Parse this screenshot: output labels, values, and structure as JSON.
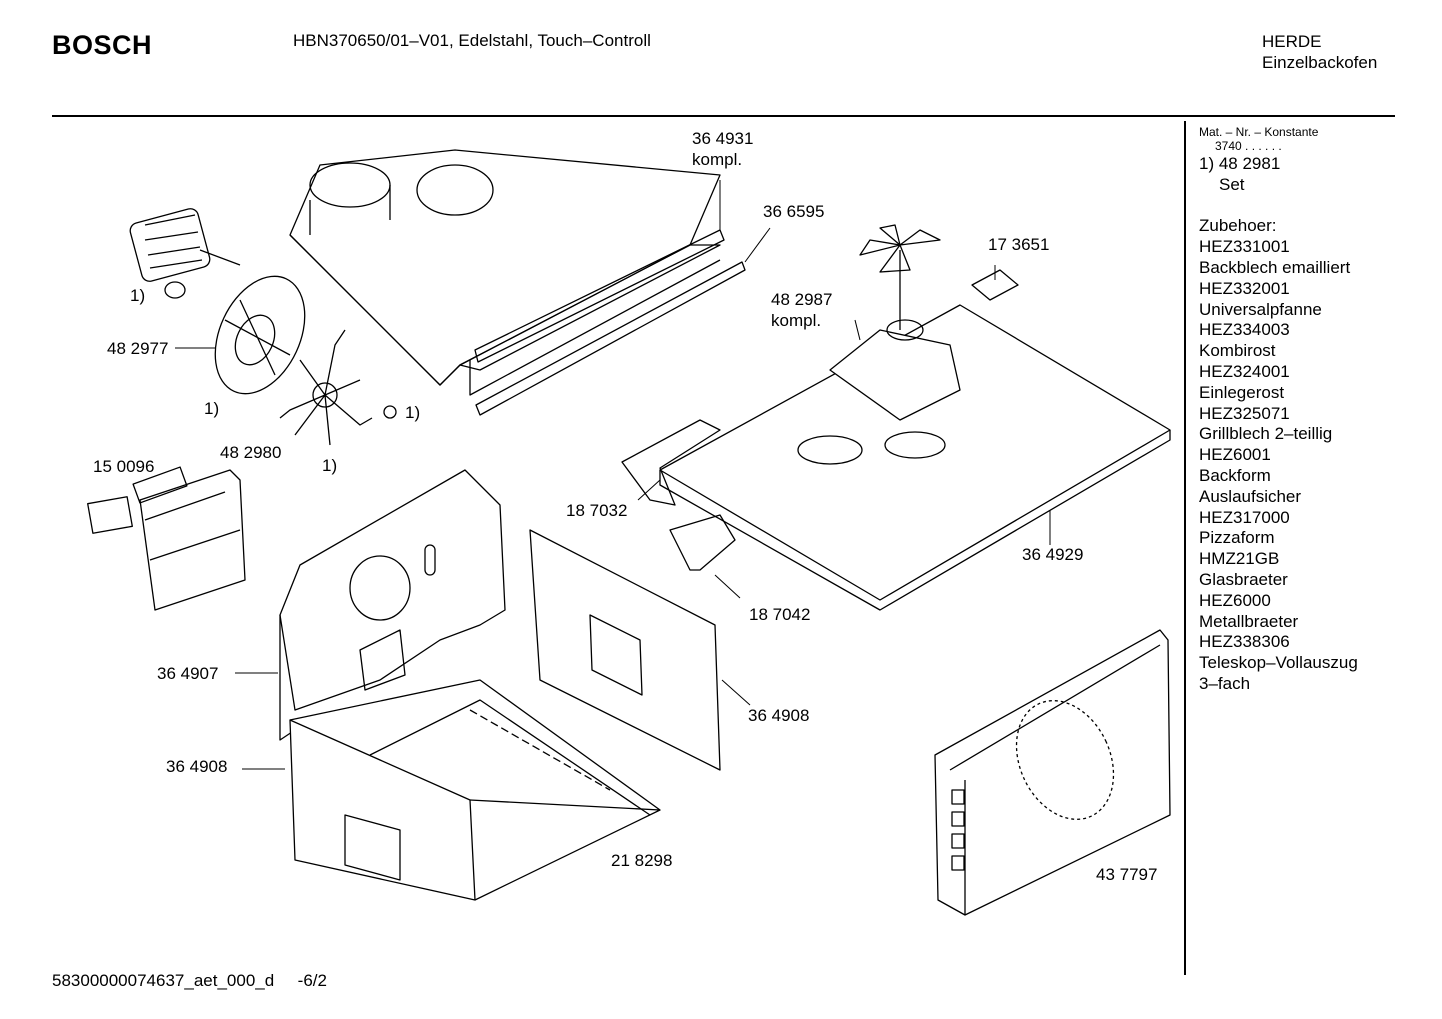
{
  "header": {
    "brand": "BOSCH",
    "model_line": "HBN370650/01–V01, Edelstahl, Touch–Controll",
    "category": "HERDE",
    "subcategory": "Einzelbackofen"
  },
  "sidebar": {
    "mat_header": "Mat. – Nr. – Konstante",
    "mat_value": "3740 .  .  .  .  .  .",
    "set_ref": "1) 48 2981",
    "set_label": "Set",
    "accessories_title": "Zubehoer:",
    "accessories": [
      {
        "code": "HEZ331001",
        "name": "Backblech emailliert"
      },
      {
        "code": "HEZ332001",
        "name": "Universalpfanne"
      },
      {
        "code": "HEZ334003",
        "name": "Kombirost"
      },
      {
        "code": "HEZ324001",
        "name": "Einlegerost"
      },
      {
        "code": "HEZ325071",
        "name": "Grillblech 2–teillig"
      },
      {
        "code": "HEZ6001",
        "name": "Backform"
      },
      {
        "code": "",
        "name": "Auslaufsicher"
      },
      {
        "code": "HEZ317000",
        "name": "Pizzaform"
      },
      {
        "code": "HMZ21GB",
        "name": "Glasbraeter"
      },
      {
        "code": "HEZ6000",
        "name": "Metallbraeter"
      },
      {
        "code": "HEZ338306",
        "name": "Teleskop–Vollauszug"
      },
      {
        "code": "",
        "name": "3–fach"
      }
    ]
  },
  "parts": {
    "p364931": "36 4931",
    "p364931_sub": "kompl.",
    "p366595": "36 6595",
    "p173651": "17 3651",
    "p482987": "48 2987",
    "p482987_sub": "kompl.",
    "p482977": "48 2977",
    "p482980": "48 2980",
    "p150096": "15 0096",
    "p187032": "18 7032",
    "p187042": "18 7042",
    "p364929": "36 4929",
    "p364907": "36 4907",
    "p364908_right": "36 4908",
    "p364908_left": "36 4908",
    "p218298": "21 8298",
    "p437797": "43 7797",
    "set_note": "1)"
  },
  "footer": {
    "doc_id": "58300000074637_aet_000_d",
    "page": "-6/2"
  }
}
